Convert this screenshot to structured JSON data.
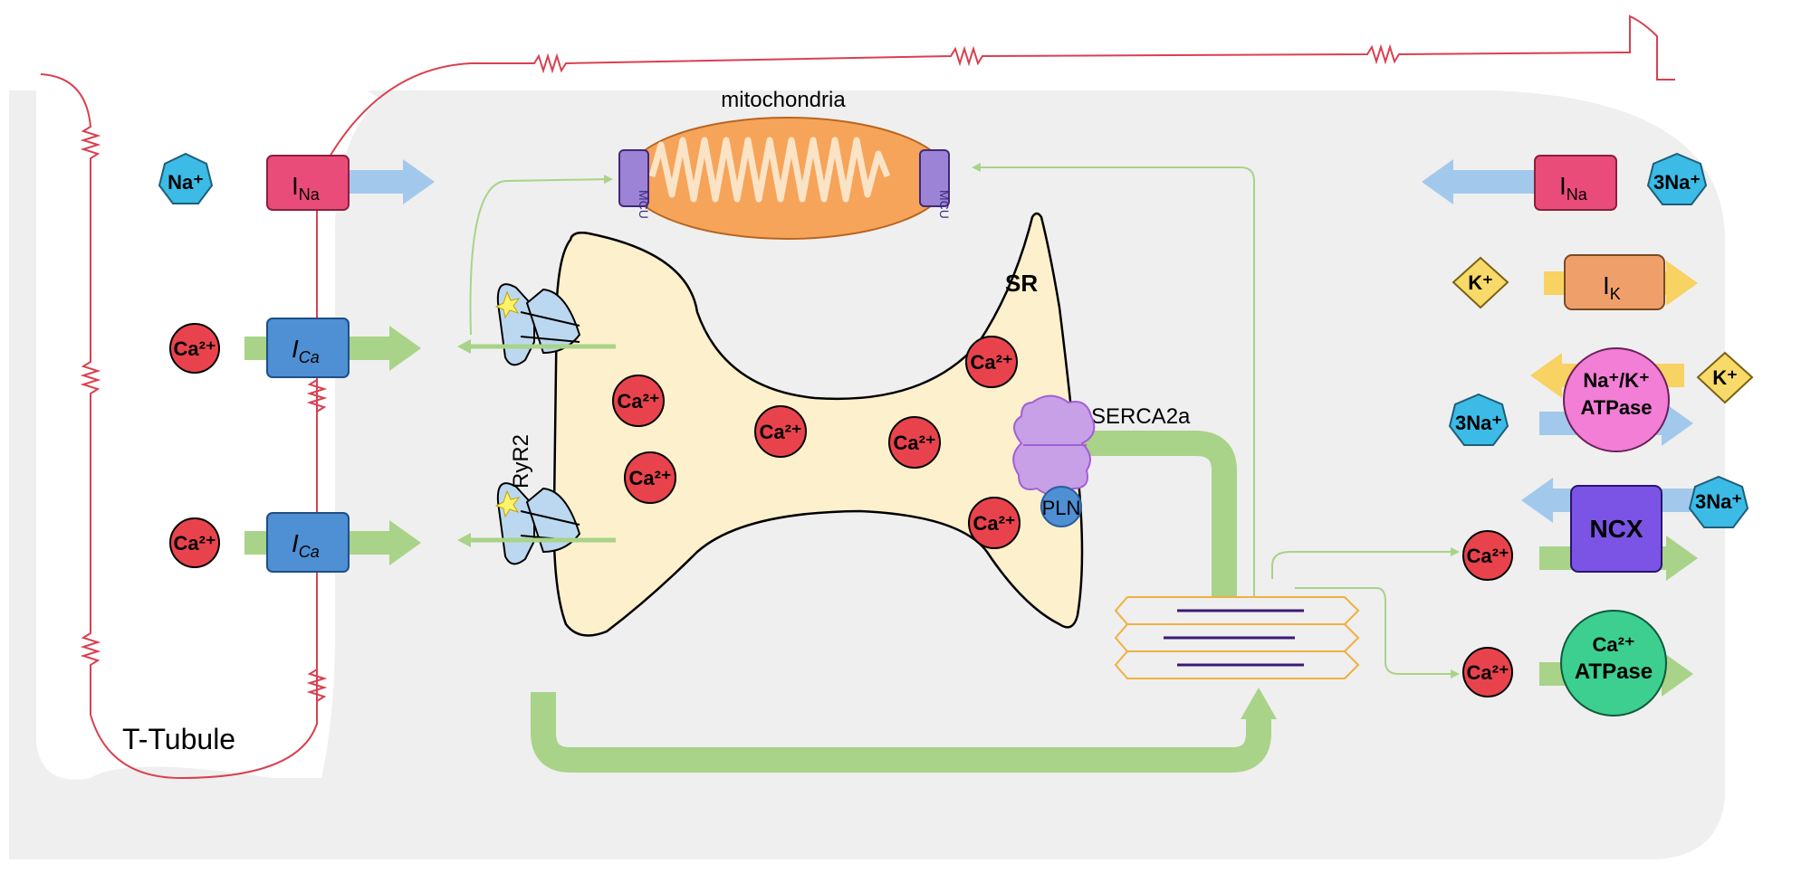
{
  "labels": {
    "mitochondria": "mitochondria",
    "sr": "SR",
    "serca": "SERCA2a",
    "pln": "PLN",
    "ryr": "RyR2",
    "ttubule": "T-Tubule",
    "mcu": "MCU"
  },
  "channels": {
    "ina": "I",
    "ina_sub": "Na",
    "ica": "I",
    "ica_sub": "Ca",
    "ik": "I",
    "ik_sub": "K",
    "nak_line1": "Na⁺/K⁺",
    "nak_line2": "ATPase",
    "ncx": "NCX",
    "caatp_line1": "Ca²⁺",
    "caatp_line2": "ATPase"
  },
  "ions": {
    "na_plus": "Na⁺",
    "ca2_plus": "Ca²⁺",
    "three_na": "3Na⁺",
    "k_plus": "K⁺"
  },
  "colors": {
    "cell": "#efefef",
    "membrane": "#d9404f",
    "sr": "#fdf0cc",
    "ina": "#ea4c79",
    "ica": "#4f8fd3",
    "ik": "#efa06a",
    "nak": "#f27ed6",
    "ncx": "#7b54e6",
    "caatp": "#3ccf90",
    "ion_ca": "#e8434c",
    "ion_na": "#3bbbe6",
    "ion_k": "#f8da6a",
    "arrow_green": "#a9d388",
    "arrow_blue": "#a2c9ec",
    "arrow_yellow": "#f8d262",
    "mito": "#f6a45a"
  }
}
